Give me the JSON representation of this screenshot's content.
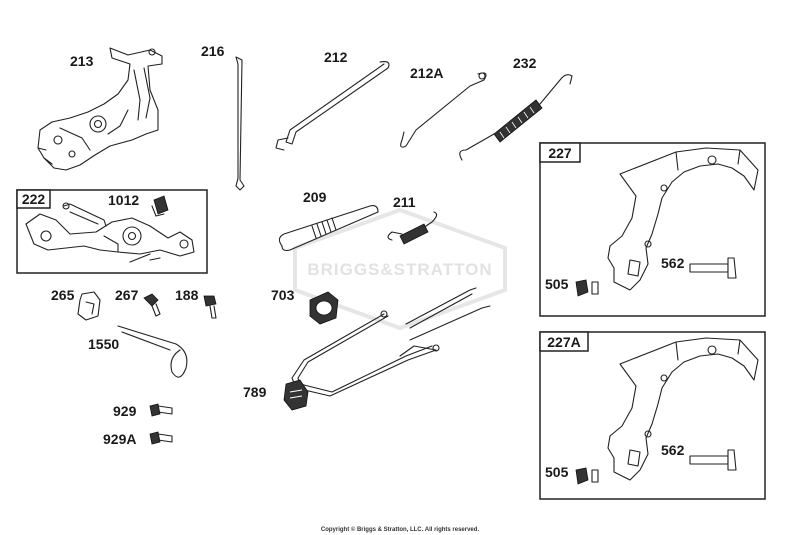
{
  "watermark": "BRIGGS&STRATTON",
  "copyright": "Copyright © Briggs & Stratton, LLC. All rights reserved.",
  "boxes": {
    "box_222": "222",
    "box_227": "227",
    "box_227a": "227A"
  },
  "parts": {
    "p213": "213",
    "p216": "216",
    "p212": "212",
    "p212a": "212A",
    "p232": "232",
    "p1012": "1012",
    "p209": "209",
    "p211": "211",
    "p265": "265",
    "p267": "267",
    "p188": "188",
    "p703": "703",
    "p1550": "1550",
    "p789": "789",
    "p929": "929",
    "p929a": "929A",
    "p505_top": "505",
    "p562_top": "562",
    "p505_bottom": "505",
    "p562_bottom": "562"
  }
}
